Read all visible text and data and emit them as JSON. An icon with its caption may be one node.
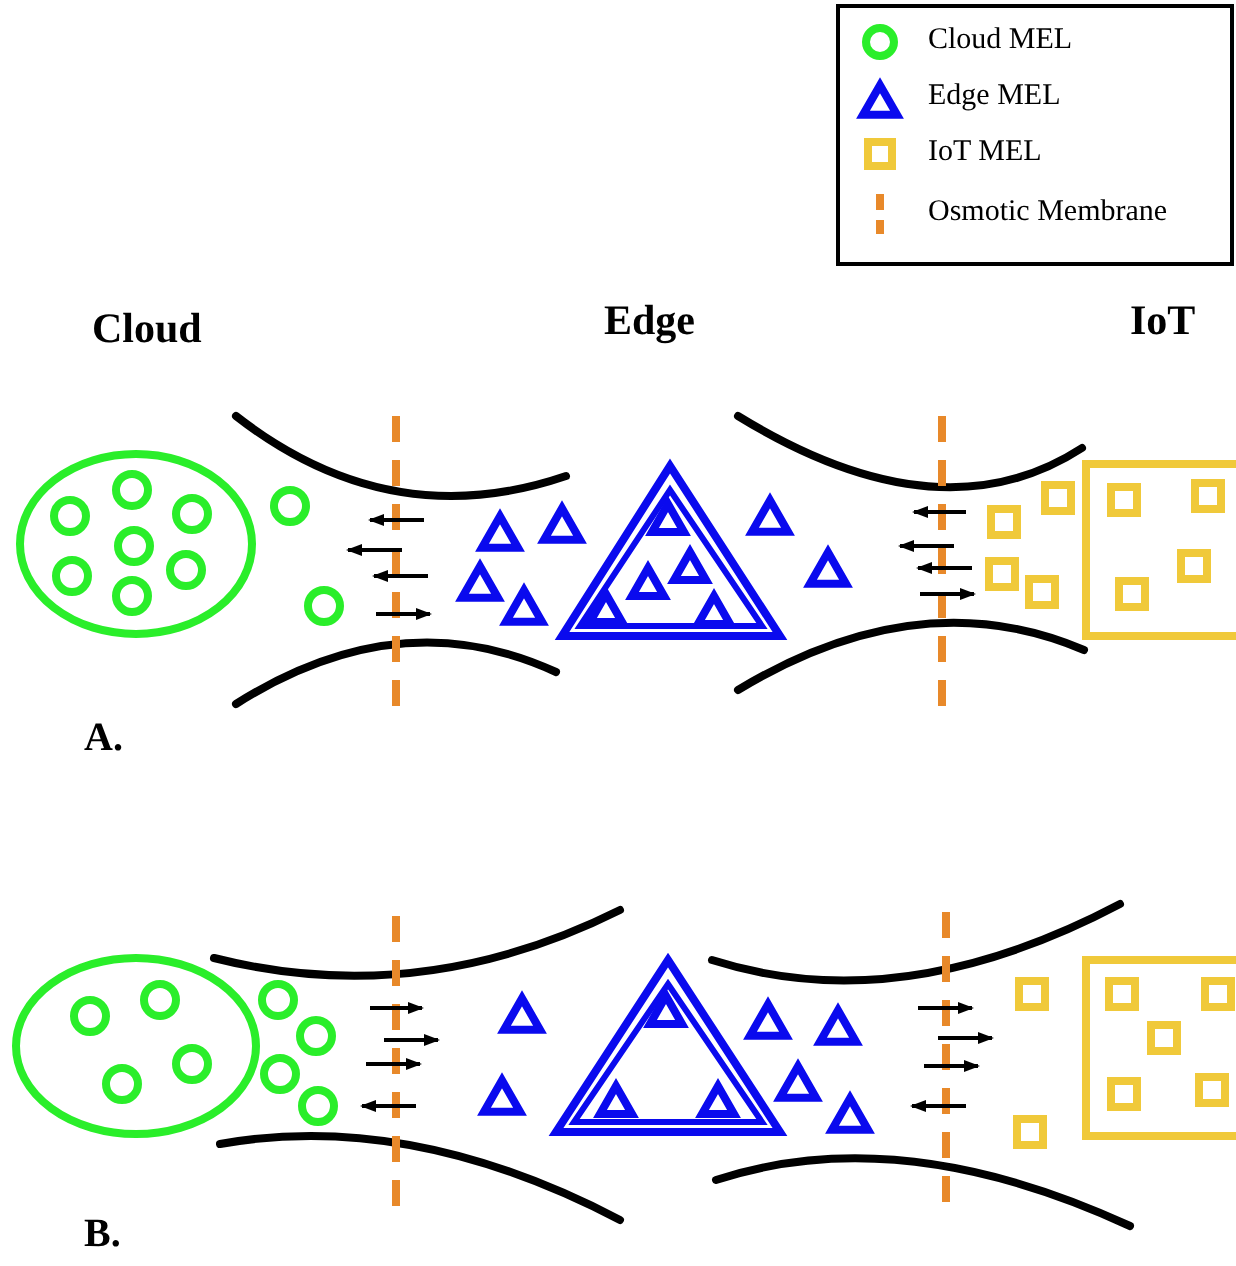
{
  "diagram": {
    "labels": [
      "Cloud",
      "Edge",
      "IoT",
      "A.",
      "B."
    ],
    "legend": [
      {
        "text": "Cloud MEL"
      },
      {
        "text": "Edge MEL"
      },
      {
        "text": "IoT MEL"
      },
      {
        "text": "Osmotic Membrane"
      }
    ]
  }
}
